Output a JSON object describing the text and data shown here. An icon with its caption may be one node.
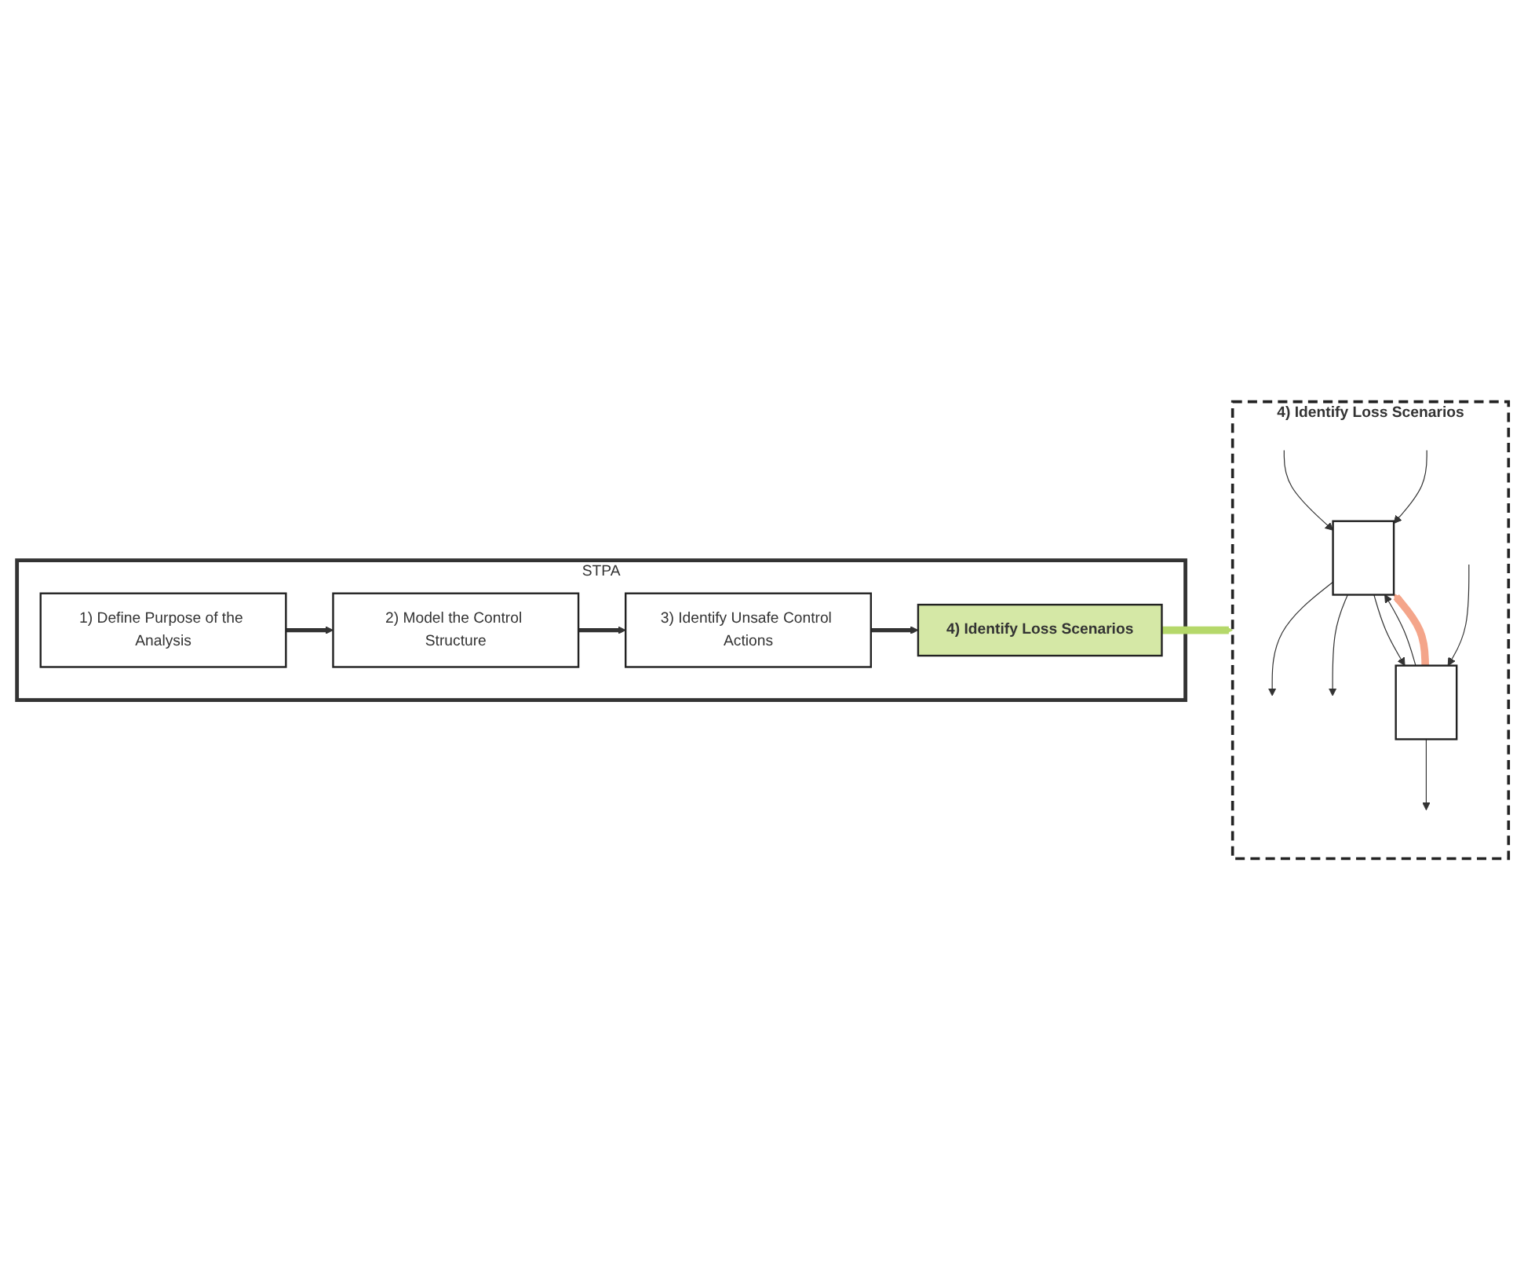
{
  "diagram": {
    "nodes": [
      {
        "text": [
          "STPA"
        ]
      },
      {
        "text": [
          "1) Define Purpose of the Analysis"
        ],
        "in": 0
      },
      {
        "text": [
          "2) Model the Control Structure"
        ],
        "in": 0
      },
      {
        "text": [
          "3) Identify Unsafe Control Actions"
        ],
        "in": 0
      },
      {
        "text": [
          "4) Identify Loss Scenarios"
        ],
        "in": 0
      },
      {
        "text": [
          "4) Identify Loss Scenarios"
        ]
      },
      {
        "text": [],
        "shape": "box",
        "in": 5
      },
      {
        "text": [],
        "shape": "box",
        "in": 5
      }
    ],
    "edges": [
      {
        "from": 1,
        "to": 2,
        "arrow": "to",
        "style": "thick"
      },
      {
        "from": 2,
        "to": 3,
        "arrow": "to",
        "style": "thick"
      },
      {
        "from": 3,
        "to": 4,
        "arrow": "to",
        "style": "thick"
      },
      {
        "from": 4,
        "to": 5,
        "arrow": "to",
        "style": "thick",
        "color": "#b5d86a"
      },
      {
        "from": null,
        "to": 6,
        "arrow": "to"
      },
      {
        "from": 6,
        "to": null,
        "arrow": "to"
      },
      {
        "from": null,
        "to": 6,
        "arrow": "to"
      },
      {
        "from": 6,
        "to": null,
        "arrow": "to"
      },
      {
        "from": 6,
        "to": 7,
        "arrow": "to"
      },
      {
        "from": 7,
        "to": 6,
        "arrow": "to"
      },
      {
        "from": 7,
        "to": null,
        "arrow": "to"
      },
      {
        "from": null,
        "to": 7,
        "arrow": "to"
      },
      {
        "from": 7,
        "to": 6,
        "arrow": "to",
        "style": "thick",
        "color": "#f4a58a"
      }
    ]
  }
}
